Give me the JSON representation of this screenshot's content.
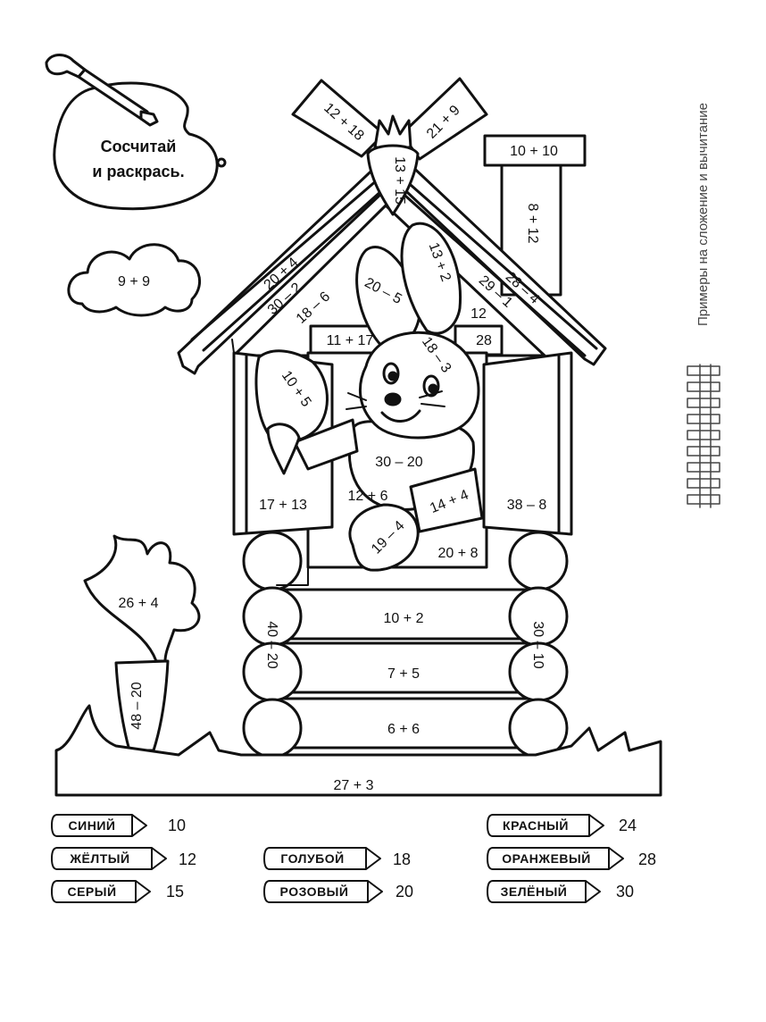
{
  "instruction": {
    "line1": "Сосчитай",
    "line2": "и раскрась."
  },
  "side_caption": "Примеры на сложение и вычитание",
  "problems": {
    "cloud": "9 + 9",
    "roof_left_blade": "12 + 18",
    "roof_right_blade": "21 + 9",
    "carrot_top": "13 + 15",
    "chimney_cap": "10 + 10",
    "chimney": "8 + 12",
    "roof_left_1": "20 + 4",
    "roof_left_2": "30 – 2",
    "roof_left_3": "18 – 6",
    "roof_right_1": "28 – 4",
    "roof_right_2": "29 – 1",
    "roof_right_3": "12",
    "gable_left": "11 + 17",
    "gable_right": "28",
    "ear_left": "20 – 5",
    "ear_right": "13 + 2",
    "head": "18 – 3",
    "paw_raised": "10 + 5",
    "body": "30 – 20",
    "shutter_left": "17 + 13",
    "belly": "12 + 6",
    "sleeve": "14 + 4",
    "shutter_right": "38 – 8",
    "paw_front": "19 – 4",
    "sill": "20 + 8",
    "log_1": "10 + 2",
    "log_2": "7 + 5",
    "log_3": "6 + 6",
    "log_end_left": "40 – 20",
    "log_end_right": "30 – 10",
    "carrot_leaves": "26 + 4",
    "carrot_root": "48 – 20",
    "ground": "27 + 3"
  },
  "legend": [
    {
      "color_name": "СИНИЙ",
      "value": "10"
    },
    {
      "color_name": "ЖЁЛТЫЙ",
      "value": "12"
    },
    {
      "color_name": "СЕРЫЙ",
      "value": "15"
    },
    {
      "color_name": "ГОЛУБОЙ",
      "value": "18"
    },
    {
      "color_name": "РОЗОВЫЙ",
      "value": "20"
    },
    {
      "color_name": "КРАСНЫЙ",
      "value": "24"
    },
    {
      "color_name": "ОРАНЖЕВЫЙ",
      "value": "28"
    },
    {
      "color_name": "ЗЕЛЁНЫЙ",
      "value": "30"
    }
  ],
  "icons": [
    "paintbrush-icon",
    "palette-icon",
    "pencil-icon",
    "fence-icon"
  ]
}
